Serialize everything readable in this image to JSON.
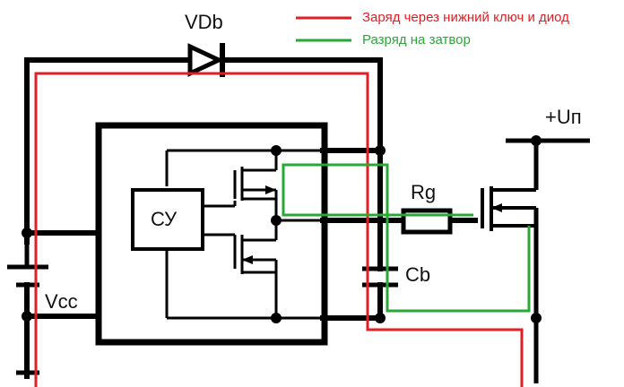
{
  "legend": {
    "items": [
      {
        "label": "Заряд через нижний ключ и диод",
        "color": "#e31e24"
      },
      {
        "label": "Разряд на затвор",
        "color": "#2aa836"
      }
    ]
  },
  "labels": {
    "diode": "VDb",
    "supply_positive": "+Uп",
    "resistor": "Rg",
    "control_unit": "СУ",
    "capacitor": "Cb",
    "vcc": "Vcc"
  },
  "colors": {
    "wire": "#000000",
    "charge_path": "#e31e24",
    "discharge_path": "#2aa836",
    "background": "#ffffff"
  }
}
